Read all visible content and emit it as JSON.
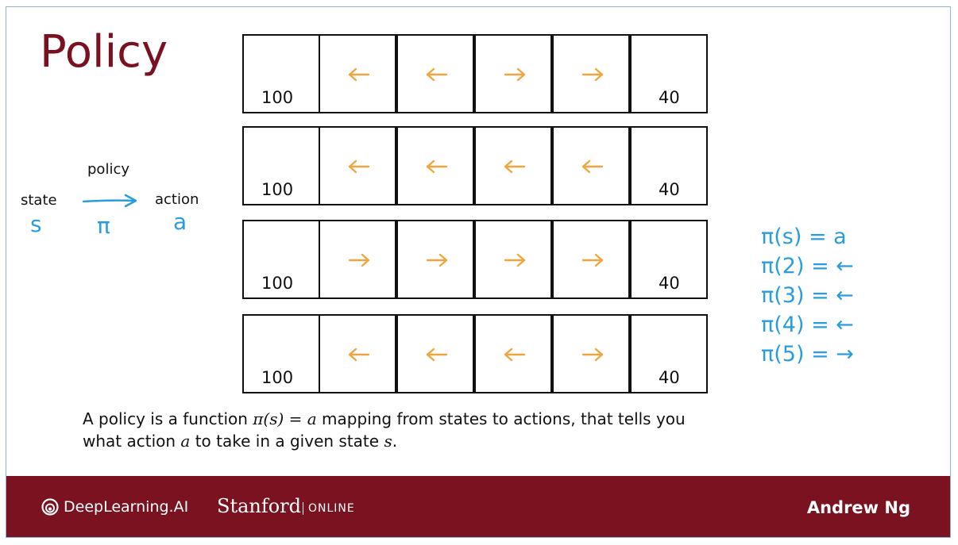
{
  "slide": {
    "title": "Policy",
    "state_label": "state",
    "state_symbol": "s",
    "policy_label": "policy",
    "policy_symbol": "π",
    "action_label": "action",
    "action_symbol": "a"
  },
  "grids": [
    {
      "left": "100",
      "right": "40",
      "arrows": [
        "left",
        "left",
        "right",
        "right"
      ]
    },
    {
      "left": "100",
      "right": "40",
      "arrows": [
        "left",
        "left",
        "left",
        "left"
      ]
    },
    {
      "left": "100",
      "right": "40",
      "arrows": [
        "right",
        "right",
        "right",
        "right"
      ]
    },
    {
      "left": "100",
      "right": "40",
      "arrows": [
        "left",
        "left",
        "left",
        "right"
      ]
    }
  ],
  "formulas": [
    "π(s) = a",
    "π(2) = ←",
    "π(3) = ←",
    "π(4) = ←",
    "π(5) = →"
  ],
  "caption": {
    "part1": "A policy is a function ",
    "math": "π(s) = a",
    "part2": " mapping from states to actions, that tells you",
    "part3": "what action ",
    "var_a": "a",
    "part4": " to take in a given state ",
    "var_s": "s",
    "part5": "."
  },
  "footer": {
    "brand": "DeepLearning.AI",
    "partner": "Stanford",
    "partner_suffix": "ONLINE",
    "author": "Andrew Ng"
  },
  "colors": {
    "title": "#7b1020",
    "footer_bg": "#7a1220",
    "arrow": "#f0a640",
    "handwriting": "#2a9de0"
  }
}
